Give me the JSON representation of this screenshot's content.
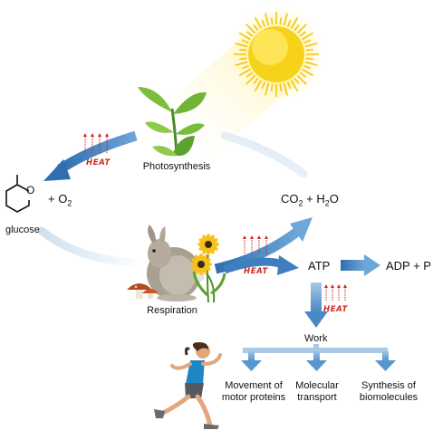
{
  "labels": {
    "photosynthesis": "Photosynthesis",
    "respiration": "Respiration",
    "glucose": "glucose",
    "o2_prefix": "+ O",
    "o2_sub": "2",
    "co2_a": "CO",
    "co2_sub": "2",
    "co2_plus": " + H",
    "h2o_sub": "2",
    "h2o_o": "O",
    "atp": "ATP",
    "adp_p": "ADP + P",
    "work": "Work",
    "heat": "HEAT",
    "ring_o": "O"
  },
  "outputs": [
    {
      "line1": "Movement of",
      "line2": "motor proteins"
    },
    {
      "line1": "Molecular",
      "line2": "transport"
    },
    {
      "line1": "Synthesis of",
      "line2": "biomolecules"
    }
  ],
  "colors": {
    "arrow_dark": "#3f7fbf",
    "arrow_light": "#b9d4ea",
    "heat_text": "#d0261f",
    "sun": "#f7d21a"
  },
  "icons": [
    "sun-icon",
    "plant-icon",
    "rabbit-icon",
    "flower-icon",
    "mushroom-icon",
    "runner-icon",
    "glucose-ring-icon",
    "heat-icon"
  ]
}
